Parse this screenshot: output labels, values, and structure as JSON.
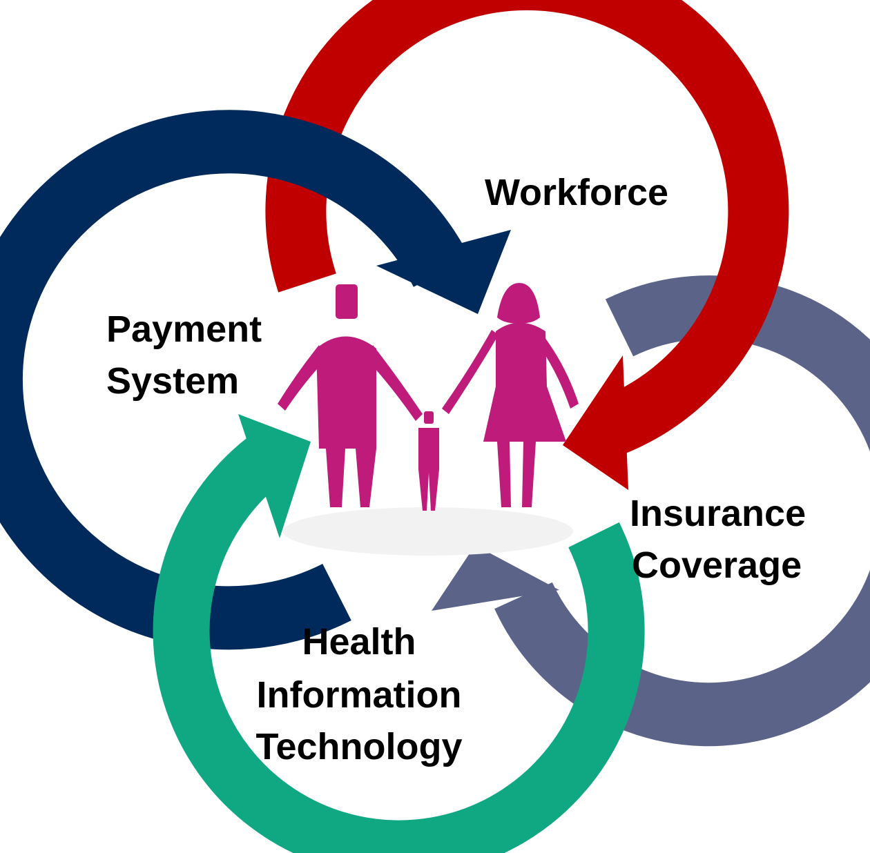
{
  "diagram": {
    "colors": {
      "workforce": "#C00000",
      "payment": "#002A5C",
      "insurance": "#5B6488",
      "hit": "#10A883",
      "family": "#BE1B7B"
    },
    "center_icon": "family-icon",
    "labels": {
      "workforce": "Workforce",
      "payment_line1": "Payment",
      "payment_line2": "System",
      "insurance_line1": "Insurance",
      "insurance_line2": "Coverage",
      "hit_line1": "Health",
      "hit_line2": "Information",
      "hit_line3": "Technology"
    }
  }
}
